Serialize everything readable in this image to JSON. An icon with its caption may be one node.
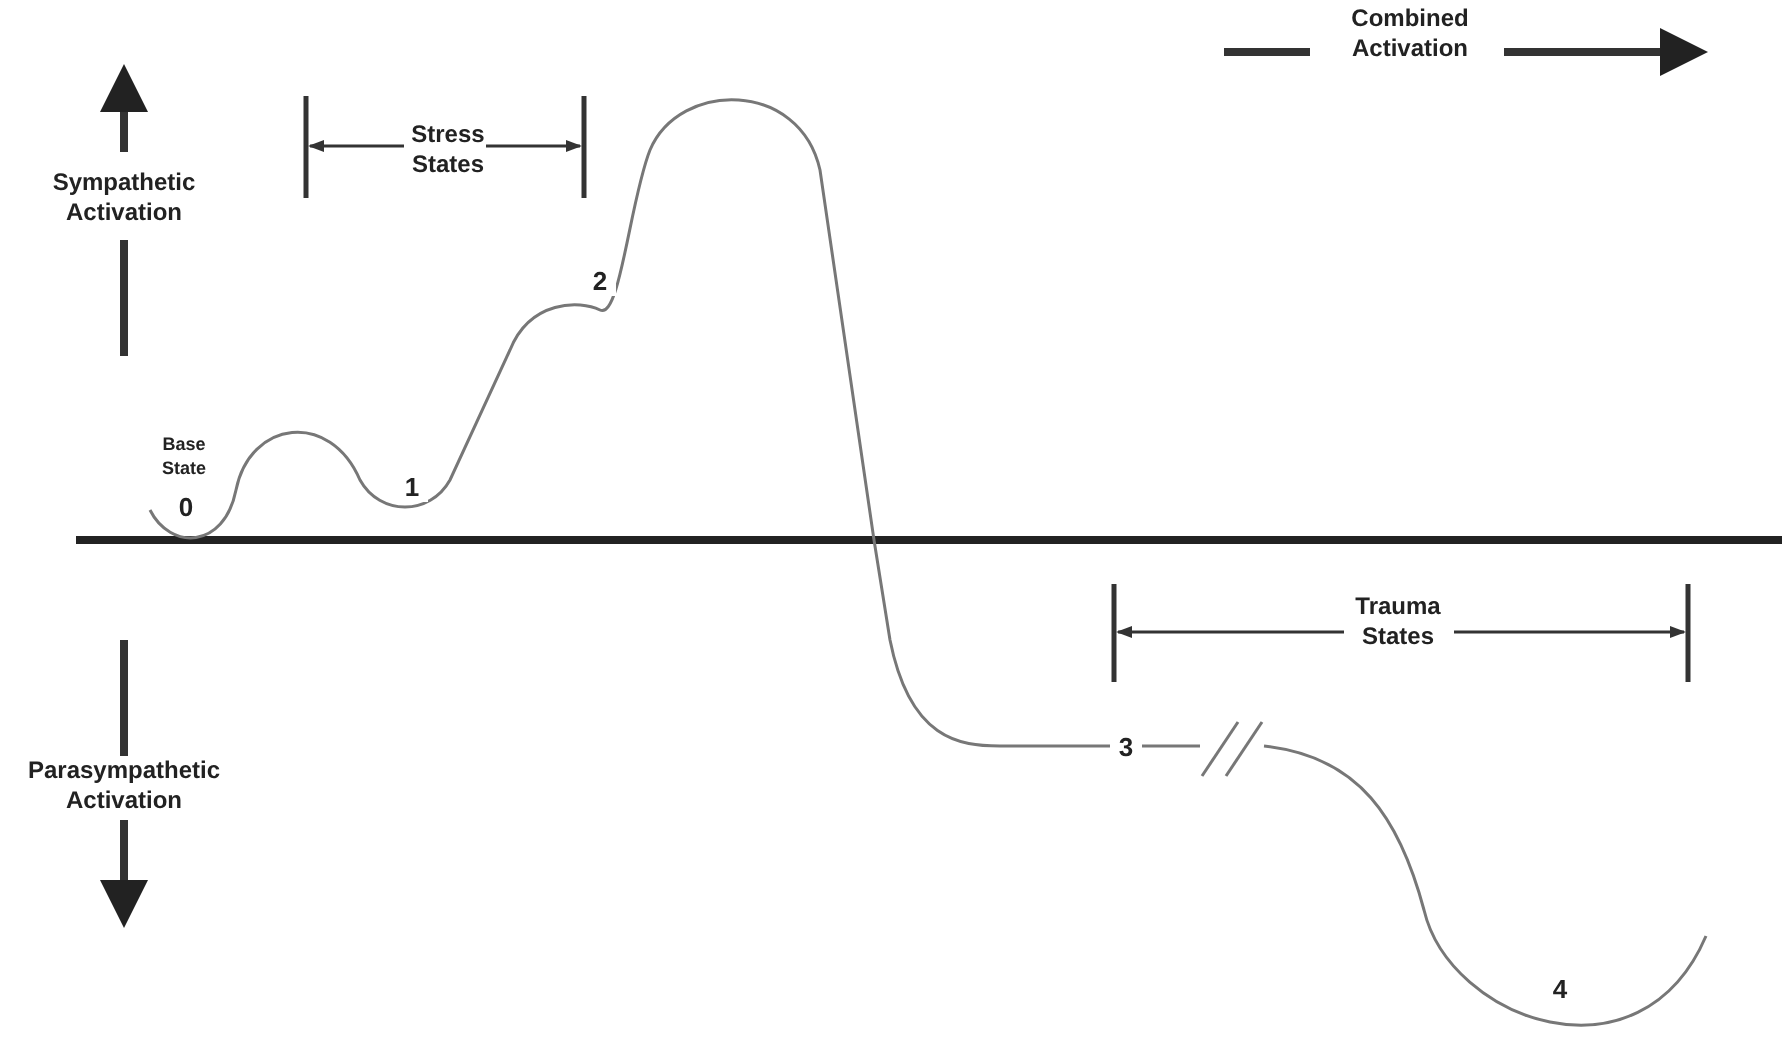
{
  "diagram": {
    "labels": [
      "Combined Activation",
      "Stress States",
      "Sympathetic Activation",
      "2",
      "Base State",
      "1",
      "0",
      "Trauma States",
      "3",
      "Parasympathetic Activation",
      "4"
    ]
  }
}
